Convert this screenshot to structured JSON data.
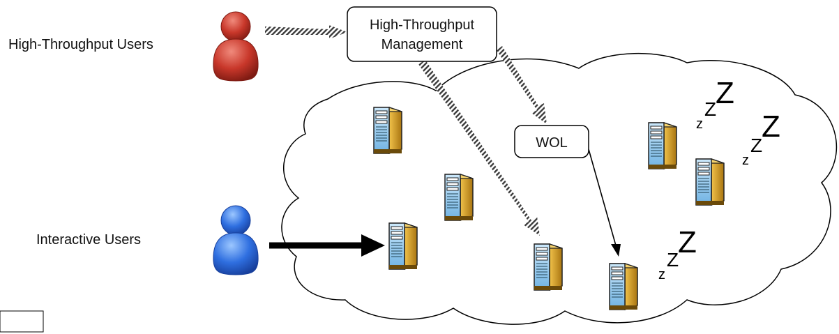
{
  "labels": {
    "high_throughput_users": "High-Throughput Users",
    "interactive_users": "Interactive Users"
  },
  "boxes": {
    "management_line1": "High-Throughput",
    "management_line2": "Management",
    "wol": "WOL"
  },
  "sleep_glyphs": {
    "small": "z",
    "medium": "Z",
    "large": "Z"
  },
  "icons": {
    "high_throughput_user": "person-icon",
    "interactive_user": "person-icon",
    "server": "server-tower-icon",
    "cloud": "cloud-shape"
  },
  "colors": {
    "high_throughput_user": "#c0392b",
    "interactive_user": "#2f6fe0",
    "server_case": "#d9a21c",
    "server_front": "#8fc6ea",
    "hatch_arrow": "#444444"
  }
}
